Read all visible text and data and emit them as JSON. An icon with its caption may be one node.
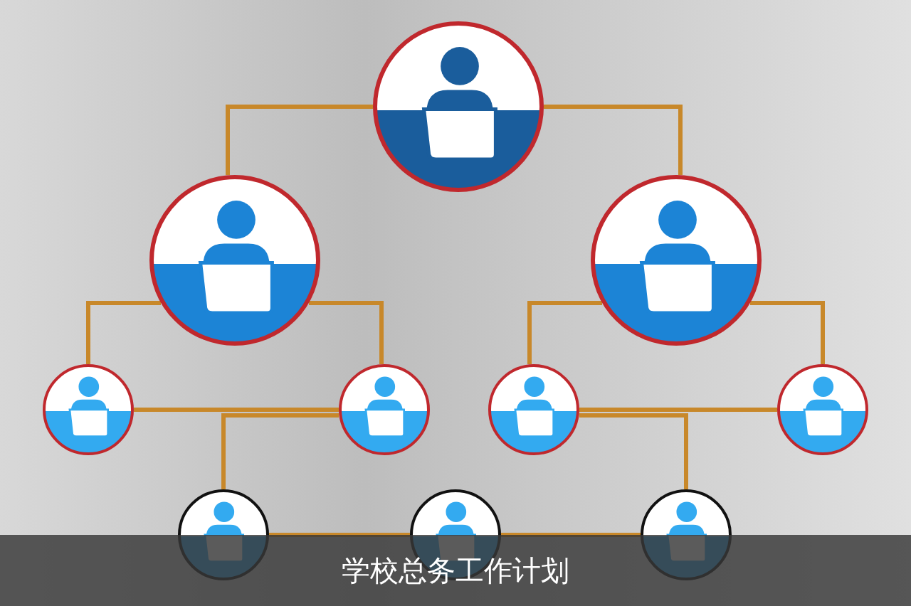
{
  "diagram": {
    "caption": "学校总务工作计划",
    "nodes": [
      {
        "text": [],
        "shape": "circle"
      },
      {
        "text": [],
        "shape": "circle"
      },
      {
        "text": [],
        "shape": "circle"
      },
      {
        "text": [],
        "shape": "circle"
      },
      {
        "text": [],
        "shape": "circle"
      },
      {
        "text": [],
        "shape": "circle"
      },
      {
        "text": [],
        "shape": "circle"
      },
      {
        "text": [],
        "shape": "circle"
      },
      {
        "text": [],
        "shape": "circle"
      },
      {
        "text": [],
        "shape": "circle"
      }
    ],
    "edges": [
      {
        "from": 0,
        "to": 1,
        "arrow": "none"
      },
      {
        "from": 0,
        "to": 2,
        "arrow": "none"
      },
      {
        "from": 1,
        "to": 3,
        "arrow": "none"
      },
      {
        "from": 1,
        "to": 4,
        "arrow": "none"
      },
      {
        "from": 2,
        "to": 5,
        "arrow": "none"
      },
      {
        "from": 2,
        "to": 6,
        "arrow": "none"
      },
      {
        "from": 3,
        "to": 4,
        "arrow": "none"
      },
      {
        "from": 5,
        "to": 6,
        "arrow": "none"
      },
      {
        "from": 4,
        "to": 7,
        "arrow": "none"
      },
      {
        "from": 5,
        "to": 9,
        "arrow": "none"
      },
      {
        "from": 7,
        "to": 8,
        "arrow": "none"
      },
      {
        "from": 8,
        "to": 9,
        "arrow": "none"
      }
    ]
  }
}
